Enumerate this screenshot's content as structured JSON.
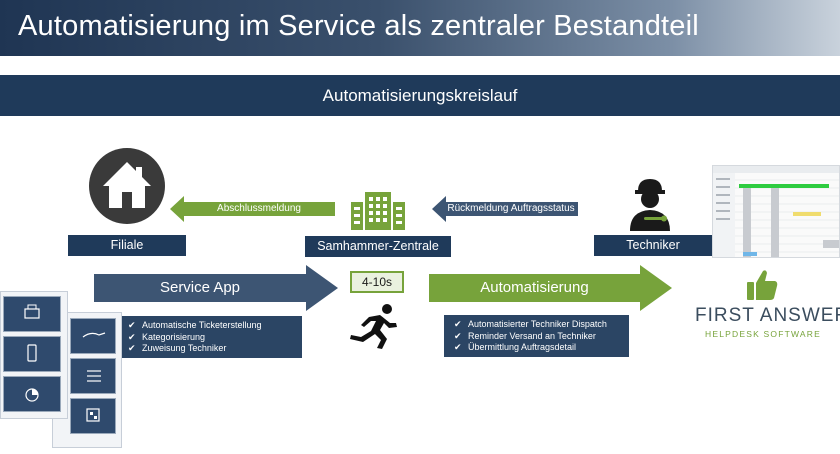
{
  "title": "Automatisierung im Service als zentraler Bestandteil",
  "subtitle": "Automatisierungskreislauf",
  "nodes": {
    "filiale": "Filiale",
    "zentrale": "Samhammer-Zentrale",
    "techniker": "Techniker"
  },
  "arrows": {
    "abschlussmeldung": "Abschlussmeldung",
    "rueckmeldung": "Rückmeldung Auftragsstatus",
    "service_app": "Service App",
    "automatisierung": "Automatisierung"
  },
  "timing": "4-10s",
  "service_app_bullets": [
    "Automatische Ticketerstellung",
    "Kategorisierung",
    "Zuweisung Techniker"
  ],
  "automatisierung_bullets": [
    "Automatisierter Techniker Dispatch",
    "Reminder Versand an Techniker",
    "Übermittlung Auftragsdetail"
  ],
  "check_mark": "✔",
  "brand": {
    "name": "FIRST ANSWER",
    "tagline": "HELPDESK SOFTWARE"
  },
  "colors": {
    "navy": "#1f3a5a",
    "green": "#77a33b",
    "slate": "#3d5573",
    "icon_gray": "#3a3a3a"
  }
}
